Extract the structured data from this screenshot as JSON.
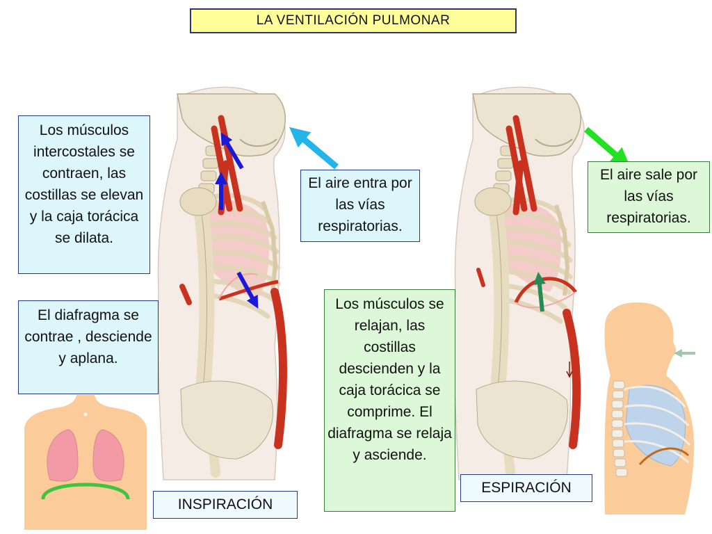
{
  "title": "LA VENTILACIÓN PULMONAR",
  "inspiration": {
    "phase_label": "INSPIRACIÓN",
    "muscles_text": "Los músculos intercostales se contraen, las costillas se elevan y la caja torácica se dilata.",
    "diaphragm_text": "El diafragma se contrae , desciende  y aplana.",
    "air_text": "El aire entra por las vías respiratorias."
  },
  "expiration": {
    "phase_label": "ESPIRACIÓN",
    "muscles_text": "Los músculos se relajan, las costillas descienden y la caja torácica se comprime. El diafragma se relaja y asciende.",
    "air_text": "El aire sale por las vías respiratorias."
  },
  "colors": {
    "title_bg": "#ffff99",
    "note_cyan": "#ddf6fb",
    "note_green": "#ddf8d8",
    "arrow_inhale": "#22b5ea",
    "arrow_exhale": "#22e022",
    "arrow_muscle": "#1a1ad6",
    "lung_pink": "#f29aa6",
    "muscle_red": "#c8321e"
  }
}
